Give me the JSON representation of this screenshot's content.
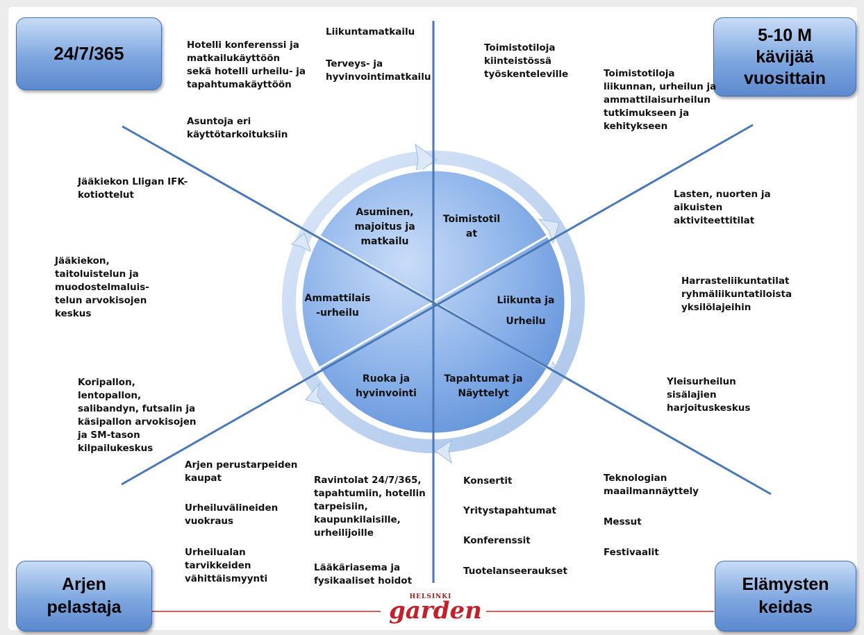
{
  "corners": {
    "top_left": "24/7/365",
    "top_right": [
      "5-10 M",
      "kävijää",
      "vuosittain"
    ],
    "bottom_left": [
      "Arjen",
      "pelastaja"
    ],
    "bottom_right": [
      "Elämysten",
      "keidas"
    ]
  },
  "segments": {
    "asuminen": "Asuminen,\nmajoitus ja\nmatkailu",
    "toimistotilat": "Toimistotil\nat",
    "liikunta": "Liikunta ja\nUrheilu",
    "tapahtumat": "Tapahtumat ja\nNäyttelyt",
    "ruoka": "Ruoka ja\nhyvinvointi",
    "ammattilais": "Ammattilais\n-urheilu"
  },
  "texts": {
    "hotelli": "Hotelli konferenssi ja\nmatkailukäyttöön\nsekä hotelli urheilu- ja\ntapahtumakäyttöön",
    "asuntoja": "Asuntoja eri\nkäyttötarkoituksiin",
    "liikuntamatkailu": "Liikuntamatkailu",
    "terveys": "Terveys- ja\nhyvinvointimatkailu",
    "toimistotiloja1": "Toimistotiloja\nkiinteistössä\ntyöskenteleville",
    "toimistotiloja2": "Toimistotiloja\nliikunnan, urheilun ja\nammattilaisurheilun\ntutkimukseen ja\nkehitykseen",
    "jaakiekko_ifk": "Jääkiekon Lligan IFK-\nkotiottelut",
    "jaakiekon_arvo": "Jääkiekon,\ntaitoluistelun ja\nmuodostelmaluis-\ntelun arvokisojen\nkeskus",
    "lasten": "Lasten, nuorten ja\naikuisten\naktiviteettitilat",
    "harraste": "Harrasteliikuntatilat\nryhmäliikuntatiloista\nyksilölajeihin",
    "yleisurheilu": "Yleisurheilun\nsisälajien\nharjoituskeskus",
    "koripallo": "Koripallon,\nlentopallon,\nsalibandyn, futsalin ja\nkäsipallon arvokisojen\nja SM-tason\nkilpailukeskus",
    "arjen_kaupat": "Arjen perustarpeiden\nkaupat",
    "vuokraus": "Urheiluvälineiden\nvuokraus",
    "vahittais": "Urheilualan\ntarvikkeiden\nvähittäismyynti",
    "ravintolat": "Ravintolat 24/7/365,\ntapahtumiin, hotellin\ntarpeisiin,\nkaupunkilaisille,\nurheilijoille",
    "laakari": "Lääkäriasema ja\nfysikaaliset hoidot",
    "konsertit": "Konsertit",
    "yritys": "Yritystapahtumat",
    "konferenssit": "Konferenssit",
    "tuote": "Tuotelanseeraukset",
    "teknologian": "Teknologian\nmaailmannäyttely",
    "messut": "Messut",
    "festivaalit": "Festivaalit"
  },
  "logo": {
    "top": "HELSINKI",
    "main": "garden"
  },
  "colors": {
    "corner_box": "#7ea7df",
    "lines": "#4a78b5",
    "circle": "#7ea9e4",
    "footer_line": "#b52b2b"
  }
}
